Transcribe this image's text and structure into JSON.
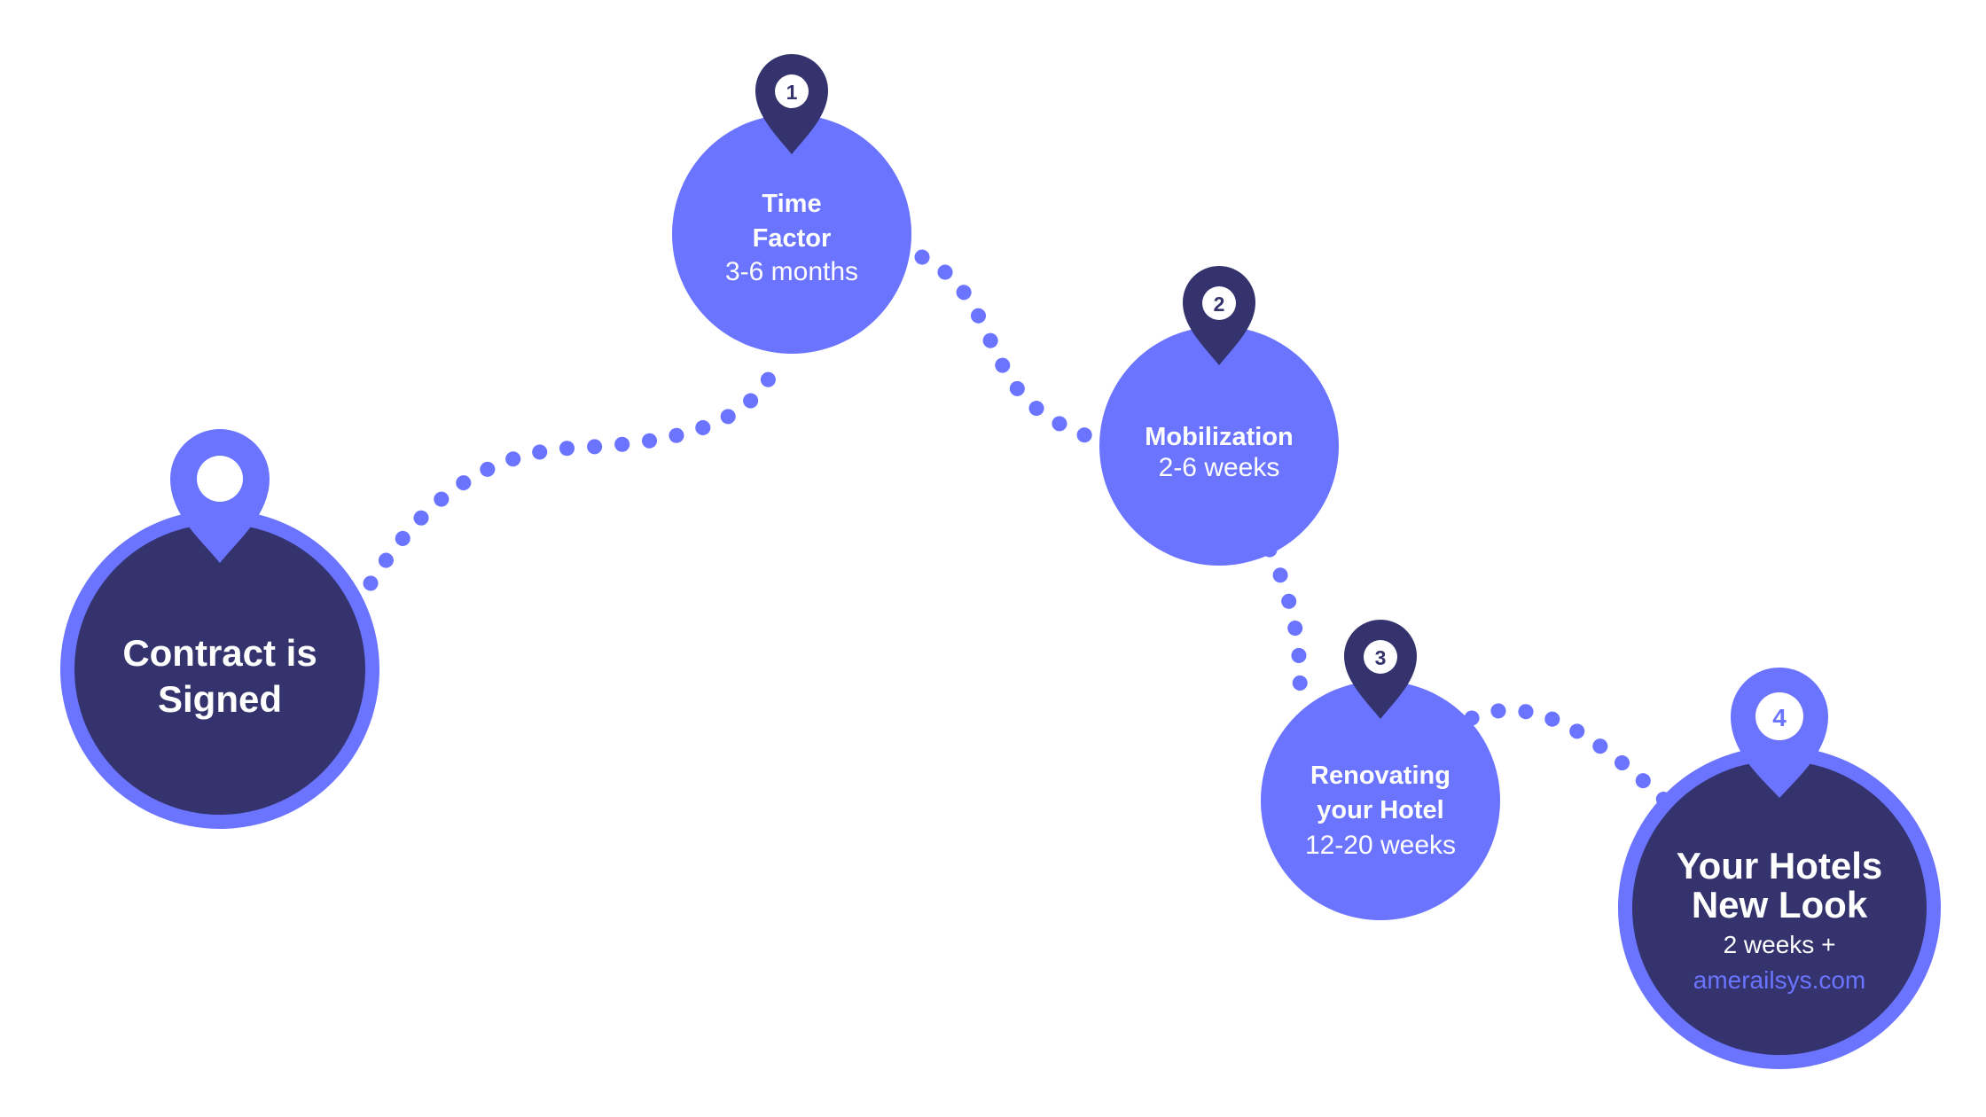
{
  "colors": {
    "primary": "#6b74ff",
    "dark": "#34336e",
    "background": "#ffffff",
    "text": "#ffffff"
  },
  "start": {
    "title_line1": "Contract is",
    "title_line2": "Signed",
    "icon": "location-pin-icon"
  },
  "steps": [
    {
      "number": "1",
      "title_line1": "Time",
      "title_line2": "Factor",
      "duration": "3-6 months"
    },
    {
      "number": "2",
      "title_line1": "Mobilization",
      "duration": "2-6 weeks"
    },
    {
      "number": "3",
      "title_line1": "Renovating",
      "title_line2": "your Hotel",
      "duration": "12-20 weeks"
    }
  ],
  "finish": {
    "number": "4",
    "title_line1": "Your Hotels",
    "title_line2": "New Look",
    "duration": "2 weeks +",
    "website": "amerailsys.com"
  }
}
